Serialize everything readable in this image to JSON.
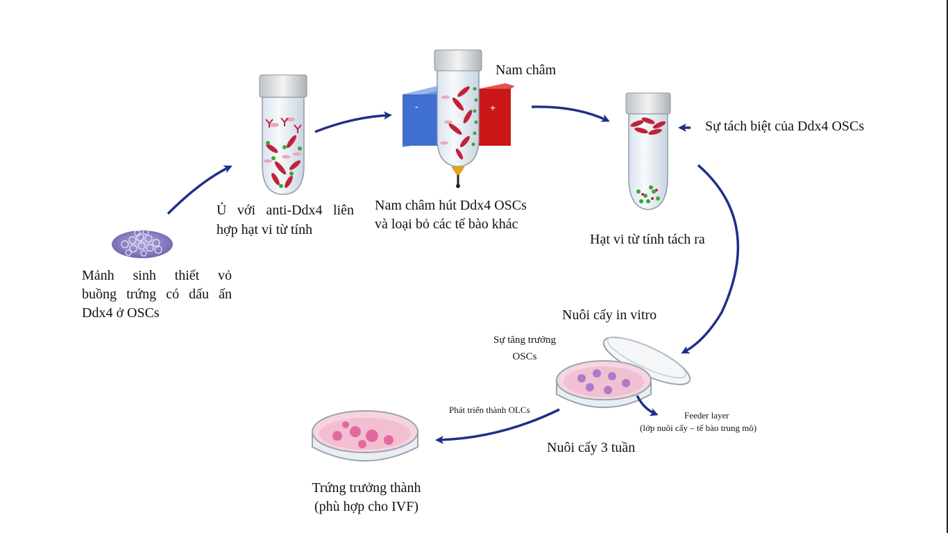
{
  "labels": {
    "biopsy": [
      "Mảnh sinh thiết vỏ",
      "buồng trứng có dấu ấn",
      "Ddx4 ở OSCs"
    ],
    "incubate": [
      "Ủ với anti-Ddx4 liên",
      "hợp hạt vi từ tính"
    ],
    "magnet": "Nam châm",
    "magnet_attract": [
      "Nam châm hút Ddx4 OSCs",
      "và loại bỏ các tế bào khác"
    ],
    "separation": "Sự tách biệt của Ddx4 OSCs",
    "beads_detach": "Hạt vi từ tính tách ra",
    "in_vitro": "Nuôi cấy in vitro",
    "growth": [
      "Sự tăng trưởng",
      "OSCs"
    ],
    "develop": "Phát triển thành OLCs",
    "feeder": [
      "Feeder layer",
      "(lớp nuôi cấy – tế bào trung mô)"
    ],
    "culture_3w": "Nuôi cấy 3 tuần",
    "mature_egg": [
      "Trứng trưởng thành",
      "(phù hợp cho IVF)"
    ]
  },
  "magnet_poles": {
    "left": "-",
    "right": "+"
  },
  "colors": {
    "arrow": "#1f2f8a",
    "magnet_left": "#3f6fd0",
    "magnet_right": "#d01818",
    "cell_red": "#c0223a",
    "bead_green": "#3aa635",
    "dish_pink": "#e8a6c8"
  }
}
